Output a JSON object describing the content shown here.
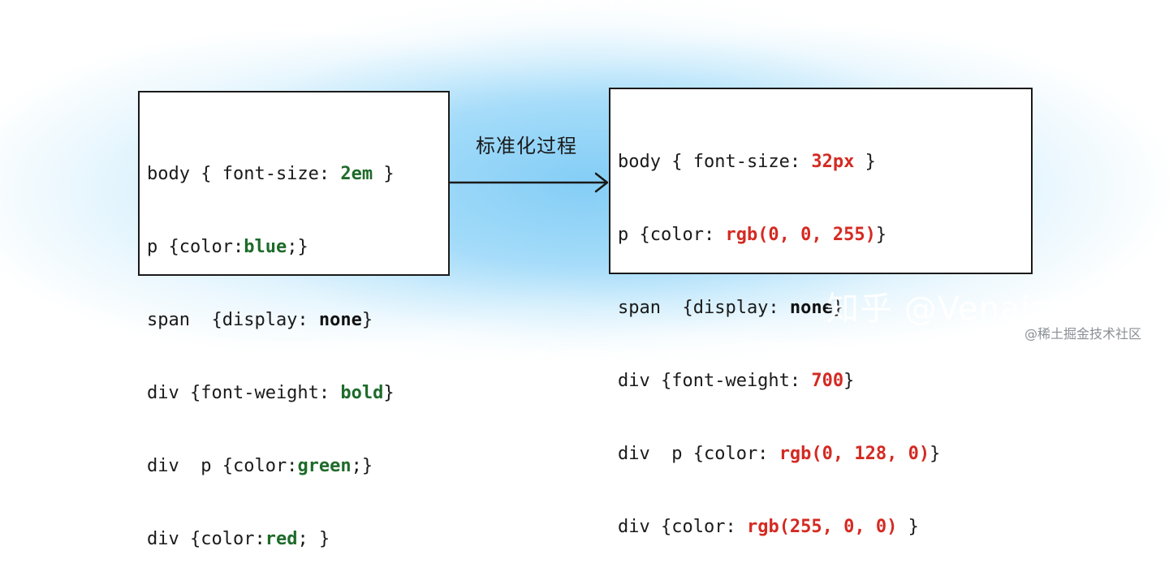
{
  "left_box": {
    "lines": [
      {
        "pre": "body { font-size: ",
        "val": "2em",
        "post": " }"
      },
      {
        "pre": "p {color:",
        "val": "blue",
        "post": ";}"
      },
      {
        "pre": "span  {display: ",
        "val": "none",
        "post": "}"
      },
      {
        "pre": "div {font-weight: ",
        "val": "bold",
        "post": "}"
      },
      {
        "pre": "div  p {color:",
        "val": "green",
        "post": ";}"
      },
      {
        "pre": "div {color:",
        "val": "red",
        "post": "; }"
      }
    ]
  },
  "right_box": {
    "lines": [
      {
        "pre": "body { font-size: ",
        "val": "32px",
        "post": " }"
      },
      {
        "pre": "p {color: ",
        "val": "rgb(0, 0, 255)",
        "post": "}"
      },
      {
        "pre": "span  {display: ",
        "val": "none",
        "post": "}"
      },
      {
        "pre": "div {font-weight: ",
        "val": "700",
        "post": "}"
      },
      {
        "pre": "div  p {color: ",
        "val": "rgb(0, 128, 0)",
        "post": "}"
      },
      {
        "pre": "div {color: ",
        "val": "rgb(255, 0, 0)",
        "post": " }"
      }
    ]
  },
  "process_label": "标准化过程",
  "watermark": "知乎 @Venaissance",
  "source": "@稀土掘金技术社区",
  "colors": {
    "left_value": "#1e6b2a",
    "left_keyword": "#111111",
    "right_value": "#d42a22",
    "right_keyword": "#111111",
    "glow": "#7cc8f5"
  }
}
